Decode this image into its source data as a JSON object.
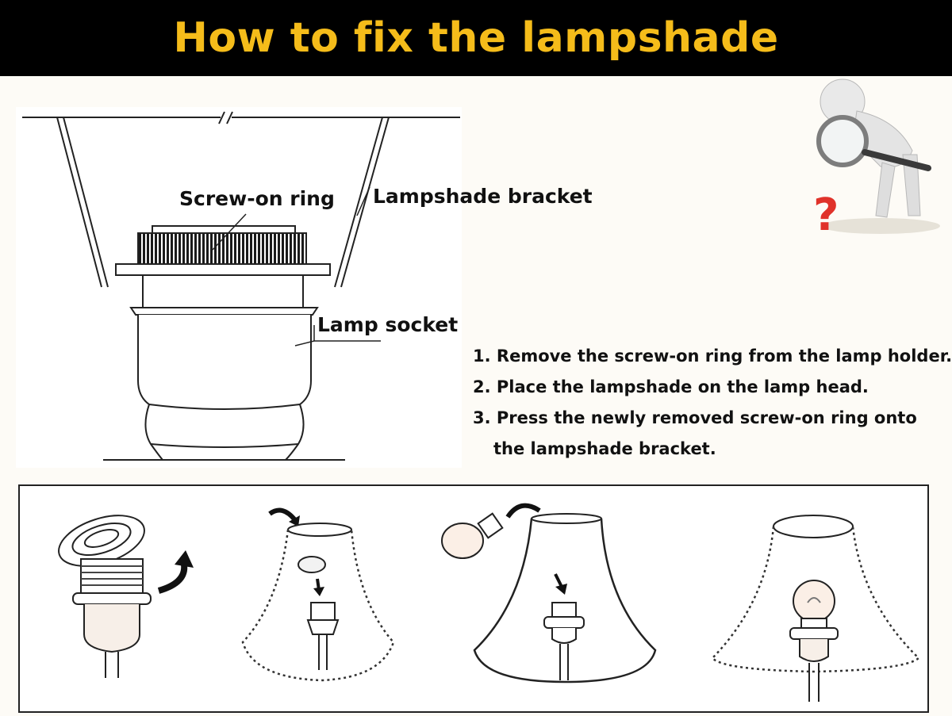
{
  "header": {
    "title": "How to fix the lampshade"
  },
  "diagram": {
    "labels": {
      "screw_ring": "Screw-on ring",
      "bracket": "Lampshade bracket",
      "socket": "Lamp socket"
    }
  },
  "instructions": {
    "steps": [
      "1. Remove the screw-on ring from the lamp holder.",
      "2. Place the lampshade on the lamp head.",
      "3. Press the newly removed screw-on ring onto"
    ],
    "step3_continued": "the lampshade bracket."
  },
  "colors": {
    "banner_bg": "#000000",
    "title_text": "#f5bc1a",
    "background": "#fdfbf6",
    "question_mark": "#e0322a"
  }
}
